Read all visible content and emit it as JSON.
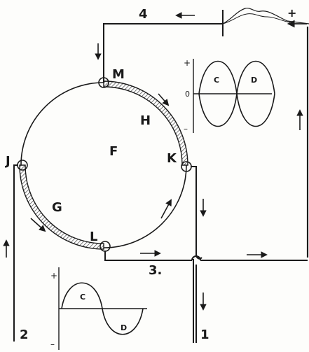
{
  "labels": {
    "circle": "F",
    "point_m": "M",
    "point_h": "H",
    "point_k": "K",
    "point_j": "J",
    "point_g": "G",
    "point_l": "L",
    "wire_4": "4",
    "wire_3": "3.",
    "terminal_1": "1",
    "terminal_2": "2",
    "plus_top": "+"
  },
  "graph_right": {
    "plus": "+",
    "minus": "–",
    "zero": "0",
    "lobe_c": "C",
    "lobe_d": "D"
  },
  "graph_bottom": {
    "plus": "+",
    "minus": "–",
    "lobe_c": "C",
    "lobe_d": "D"
  },
  "colors": {
    "ink": "#1a1a1a",
    "hatch": "#555555",
    "paper": "#fdfdfb"
  }
}
